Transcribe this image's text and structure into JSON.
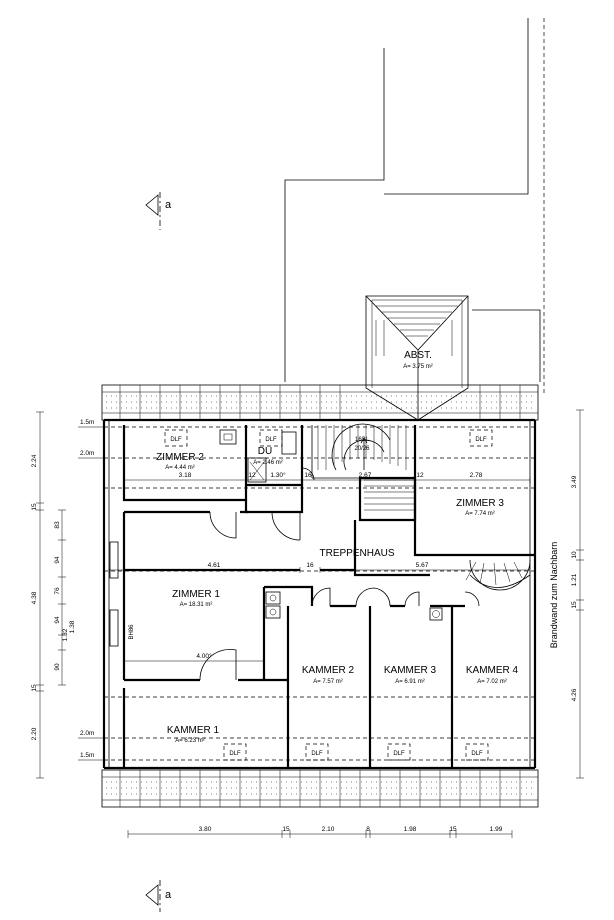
{
  "section_mark": {
    "label": "a"
  },
  "rooms": {
    "abst": {
      "name": "ABST.",
      "area": "A= 3.75 m²"
    },
    "zimmer2": {
      "name": "ZIMMER 2",
      "area": "A= 4.44 m²"
    },
    "du": {
      "name": "DU",
      "area": "A= 2.46 m²"
    },
    "zimmer3": {
      "name": "ZIMMER 3",
      "area": "A= 7.74 m²"
    },
    "treppenhaus": {
      "name": "TREPPENHAUS"
    },
    "zimmer1": {
      "name": "ZIMMER 1",
      "area": "A= 18.31 m²"
    },
    "kammer2": {
      "name": "KAMMER 2",
      "area": "A= 7.57 m²"
    },
    "kammer3": {
      "name": "KAMMER 3",
      "area": "A= 6.91 m²"
    },
    "kammer4": {
      "name": "KAMMER 4",
      "area": "A= 7.02 m²"
    },
    "kammer1": {
      "name": "KAMMER 1",
      "area": "A= 6.23 m²"
    }
  },
  "symbols": {
    "dlf": "DLF",
    "bh": "BH86"
  },
  "stair": {
    "steps": "16St.",
    "rise": "20/26"
  },
  "inner_dims": {
    "d318": "3.18",
    "d130": "1.30°",
    "d16a": "16",
    "d16b": "16",
    "d12a": "12",
    "d12b": "12",
    "d267": "2.67",
    "d278": "2.78",
    "d461": "4.61",
    "d567": "5.67",
    "d400": "4.00°"
  },
  "left_marks": {
    "m15_top": "1.5m",
    "m20_top": "2.0m",
    "m20_bot": "2.0m",
    "m15_bot": "1.5m"
  },
  "left_dims": {
    "a224": "2.24",
    "a15a": "15",
    "a438": "4.38",
    "a15b": "15",
    "a220": "2.20",
    "b83": "83",
    "b94a": "94",
    "b76": "76",
    "b94b": "94",
    "b132": "1.32",
    "b138": "1.38",
    "b90": "90"
  },
  "right_dims": {
    "r349": "3.49",
    "r10": "10",
    "r121": "1.21",
    "r15": "15",
    "r426": "4.26"
  },
  "firewall": "Brandwand zum Nachbarn",
  "bottom_dims": {
    "c380": "3.80",
    "c15a": "15",
    "c210": "2.10",
    "c8": "8",
    "c198": "1.98",
    "c15b": "15",
    "c199": "1.99"
  }
}
